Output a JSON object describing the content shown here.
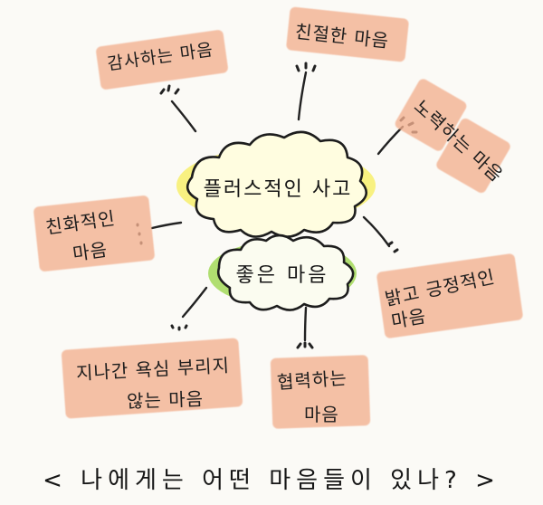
{
  "diagram": {
    "center_top": "플러스적인 사고",
    "center_bottom": "좋은 마음",
    "nodes": {
      "gratitude": "감사하는 마음",
      "kindness": "친절한 마음",
      "effort": "노력하는 마음",
      "friendly": "친화적인",
      "friendly_sub": "마음",
      "positive": "밝고 긍정적인",
      "positive_sub": "마음",
      "forgive": "지나간 욕심 부리지",
      "forgive_sub": "않는 마음",
      "cooperate": "협력하는",
      "cooperate_sub": "마음"
    },
    "question": "< 나에게는 어떤 마음들이 있나? >"
  }
}
